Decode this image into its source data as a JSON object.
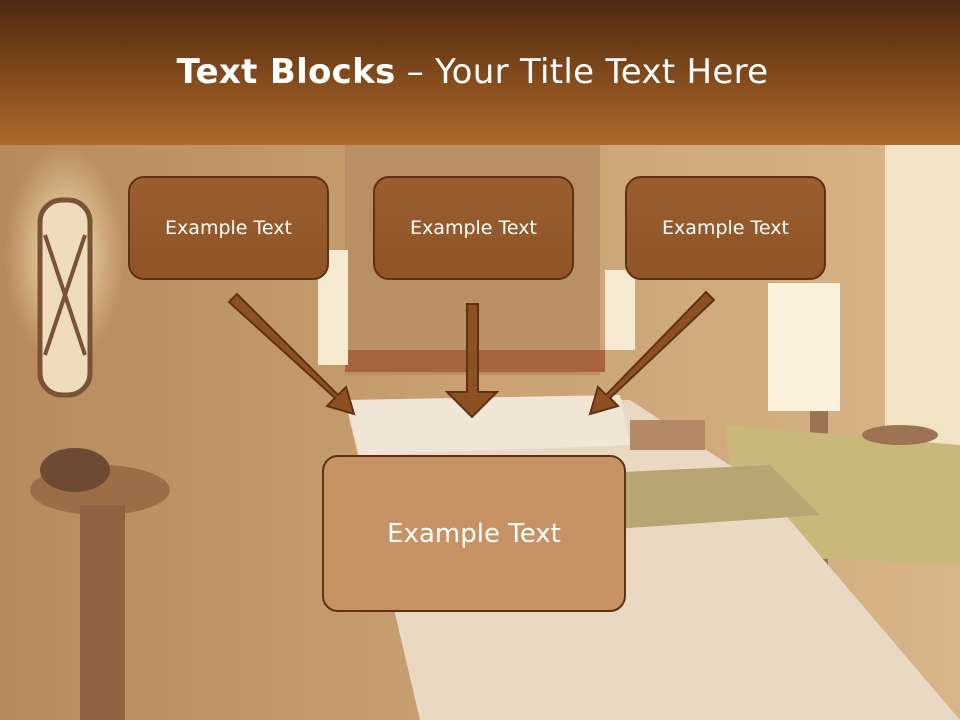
{
  "title": {
    "bold": "Text Blocks",
    "separator": " – ",
    "rest": "Your Title Text Here"
  },
  "blocks": [
    {
      "text": "Example Text"
    },
    {
      "text": "Example Text"
    },
    {
      "text": "Example Text"
    }
  ],
  "center_block": {
    "text": "Example Text"
  },
  "colors": {
    "header_dark": "#4e2a12",
    "header_light": "#b06a2c",
    "box_fill": "#8f5527",
    "box_border": "#5e3213",
    "center_fill": "#c79365",
    "arrow": "#8c5023"
  }
}
